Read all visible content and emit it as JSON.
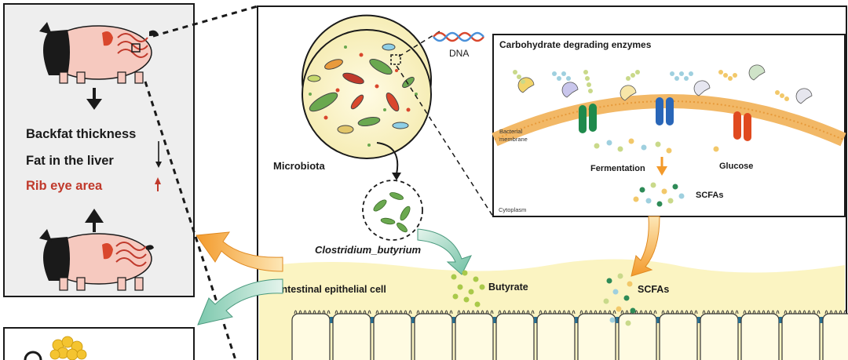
{
  "left_panel": {
    "items": [
      {
        "text": "Backfat thickness",
        "arrow": "down"
      },
      {
        "text": "Fat in the liver",
        "arrow": "down"
      },
      {
        "text": "Rib eye area",
        "arrow": "up"
      }
    ]
  },
  "labels": {
    "dna": "DNA",
    "microbiota": "Microbiota",
    "clostridium": "Clostridium_butyrium",
    "enzymes_title": "Carbohydrate degrading enzymes",
    "bacterial_membrane_1": "Bacterial",
    "bacterial_membrane_2": "membrane",
    "fermentation": "Fermentation",
    "glucose": "Glucose",
    "scfas_inset": "SCFAs",
    "cytoplasm": "Cytoplasm",
    "epithelial": "Intestinal epithelial cell",
    "butyrate": "Butyrate",
    "scfas_gut": "SCFAs"
  },
  "colors": {
    "panel_bg": "#eeeeee",
    "pig_pink": "#f6c9bf",
    "pig_black": "#1a1a1a",
    "intestine_yellow": "#fbf4c2",
    "rib_eye_red": "#c0392b",
    "membrane_orange": "#f2b866",
    "arrow_orange": "#f6b04a",
    "arrow_green": "#8fcfb6"
  }
}
